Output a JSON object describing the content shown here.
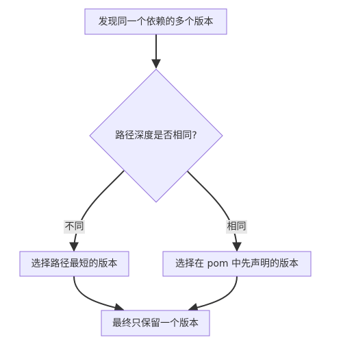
{
  "diagram": {
    "type": "flowchart",
    "nodes": {
      "start": {
        "label": "发现同一个依赖的多个版本",
        "shape": "rect"
      },
      "decision": {
        "label": "路径深度是否相同?",
        "shape": "diamond"
      },
      "left_action": {
        "label": "选择路径最短的版本",
        "shape": "rect"
      },
      "right_action": {
        "label": "选择在 pom 中先声明的版本",
        "shape": "rect"
      },
      "end": {
        "label": "最终只保留一个版本",
        "shape": "rect"
      }
    },
    "edges": {
      "start_to_decision": {
        "from": "start",
        "to": "decision",
        "label": ""
      },
      "decision_to_left": {
        "from": "decision",
        "to": "left_action",
        "label": "不同"
      },
      "decision_to_right": {
        "from": "decision",
        "to": "right_action",
        "label": "相同"
      },
      "left_to_end": {
        "from": "left_action",
        "to": "end",
        "label": ""
      },
      "right_to_end": {
        "from": "right_action",
        "to": "end",
        "label": ""
      }
    },
    "colors": {
      "node_fill": "#ececff",
      "node_stroke": "#9370db",
      "edge": "#333333",
      "text": "#333333",
      "edge_label_bg": "#e8e8e8"
    }
  }
}
